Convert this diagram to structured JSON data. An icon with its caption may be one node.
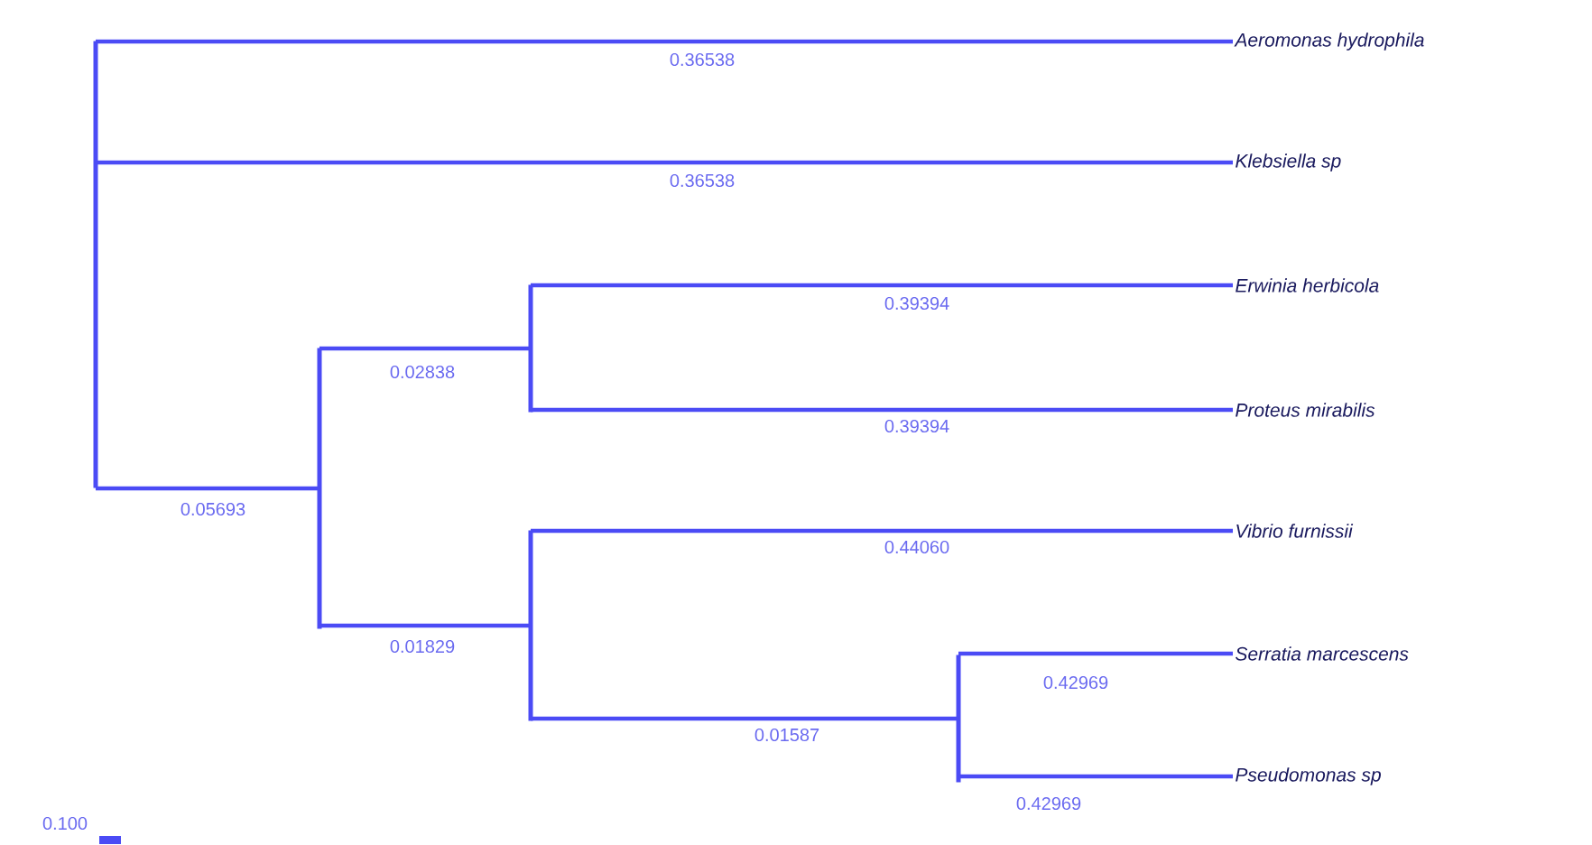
{
  "diagram": {
    "nodes": [
      {
        "text": [],
        "shape": "bar"
      },
      {
        "text": [
          "Aeromonas hydrophila"
        ]
      },
      {
        "text": [
          "Klebsiella sp"
        ]
      },
      {
        "text": [],
        "shape": "bar"
      },
      {
        "text": [],
        "shape": "bar"
      },
      {
        "text": [
          "Erwinia herbicola"
        ]
      },
      {
        "text": [
          "Proteus mirabilis"
        ]
      },
      {
        "text": [],
        "shape": "bar"
      },
      {
        "text": [
          "Vibrio furnissii"
        ]
      },
      {
        "text": [],
        "shape": "bar"
      },
      {
        "text": [
          "Serratia marcescens"
        ]
      },
      {
        "text": [
          "Pseudomonas sp"
        ]
      }
    ],
    "edges": [
      {
        "from": 0,
        "to": 1,
        "arrow": "none",
        "label": "0.36538"
      },
      {
        "from": 0,
        "to": 2,
        "arrow": "none",
        "label": "0.36538"
      },
      {
        "from": 0,
        "to": 3,
        "arrow": "none",
        "label": "0.05693"
      },
      {
        "from": 3,
        "to": 4,
        "arrow": "none",
        "label": "0.02838"
      },
      {
        "from": 4,
        "to": 5,
        "arrow": "none",
        "label": "0.39394"
      },
      {
        "from": 4,
        "to": 6,
        "arrow": "none",
        "label": "0.39394"
      },
      {
        "from": 3,
        "to": 7,
        "arrow": "none",
        "label": "0.01829"
      },
      {
        "from": 7,
        "to": 8,
        "arrow": "none",
        "label": "0.44060"
      },
      {
        "from": 7,
        "to": 9,
        "arrow": "none",
        "label": "0.01587"
      },
      {
        "from": 9,
        "to": 10,
        "arrow": "none",
        "label": "0.42969"
      },
      {
        "from": 9,
        "to": 11,
        "arrow": "none",
        "label": "0.42969"
      }
    ],
    "labels": [
      "0.100"
    ]
  }
}
